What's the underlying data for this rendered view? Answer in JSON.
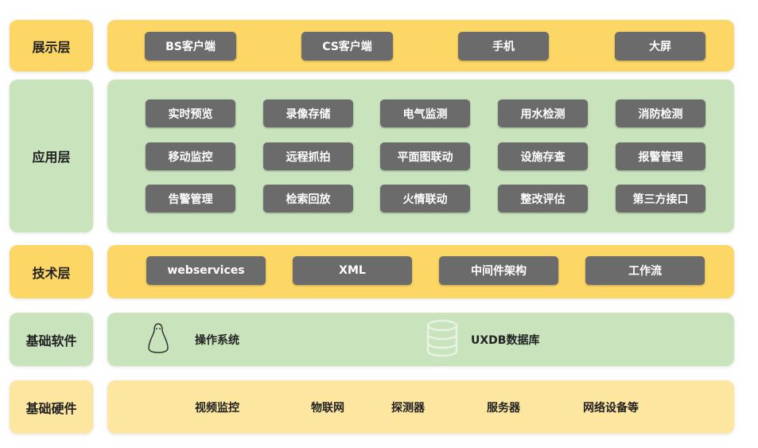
{
  "layers": {
    "presentation": {
      "label": "展示层",
      "items": [
        "BS客户端",
        "CS客户端",
        "手机",
        "大屏"
      ]
    },
    "application": {
      "label": "应用层",
      "items": [
        "实时预览",
        "录像存储",
        "电气监测",
        "用水检测",
        "消防检测",
        "移动监控",
        "远程抓拍",
        "平面图联动",
        "设施存查",
        "报警管理",
        "告警管理",
        "检索回放",
        "火情联动",
        "整改评估",
        "第三方接口"
      ]
    },
    "technology": {
      "label": "技术层",
      "items": [
        "webservices",
        "XML",
        "中间件架构",
        "工作流"
      ]
    },
    "software": {
      "label": "基础软件",
      "items": [
        "操作系统",
        "UXDB数据库"
      ]
    },
    "hardware": {
      "label": "基础硬件",
      "items": [
        "视频监控",
        "物联网",
        "探测器",
        "服务器",
        "网络设备等"
      ]
    }
  },
  "colors": {
    "yellow": "#fcd766",
    "green": "#c9e4bd",
    "light_yellow": "#fde6a0",
    "button": "#6b6b6b"
  }
}
